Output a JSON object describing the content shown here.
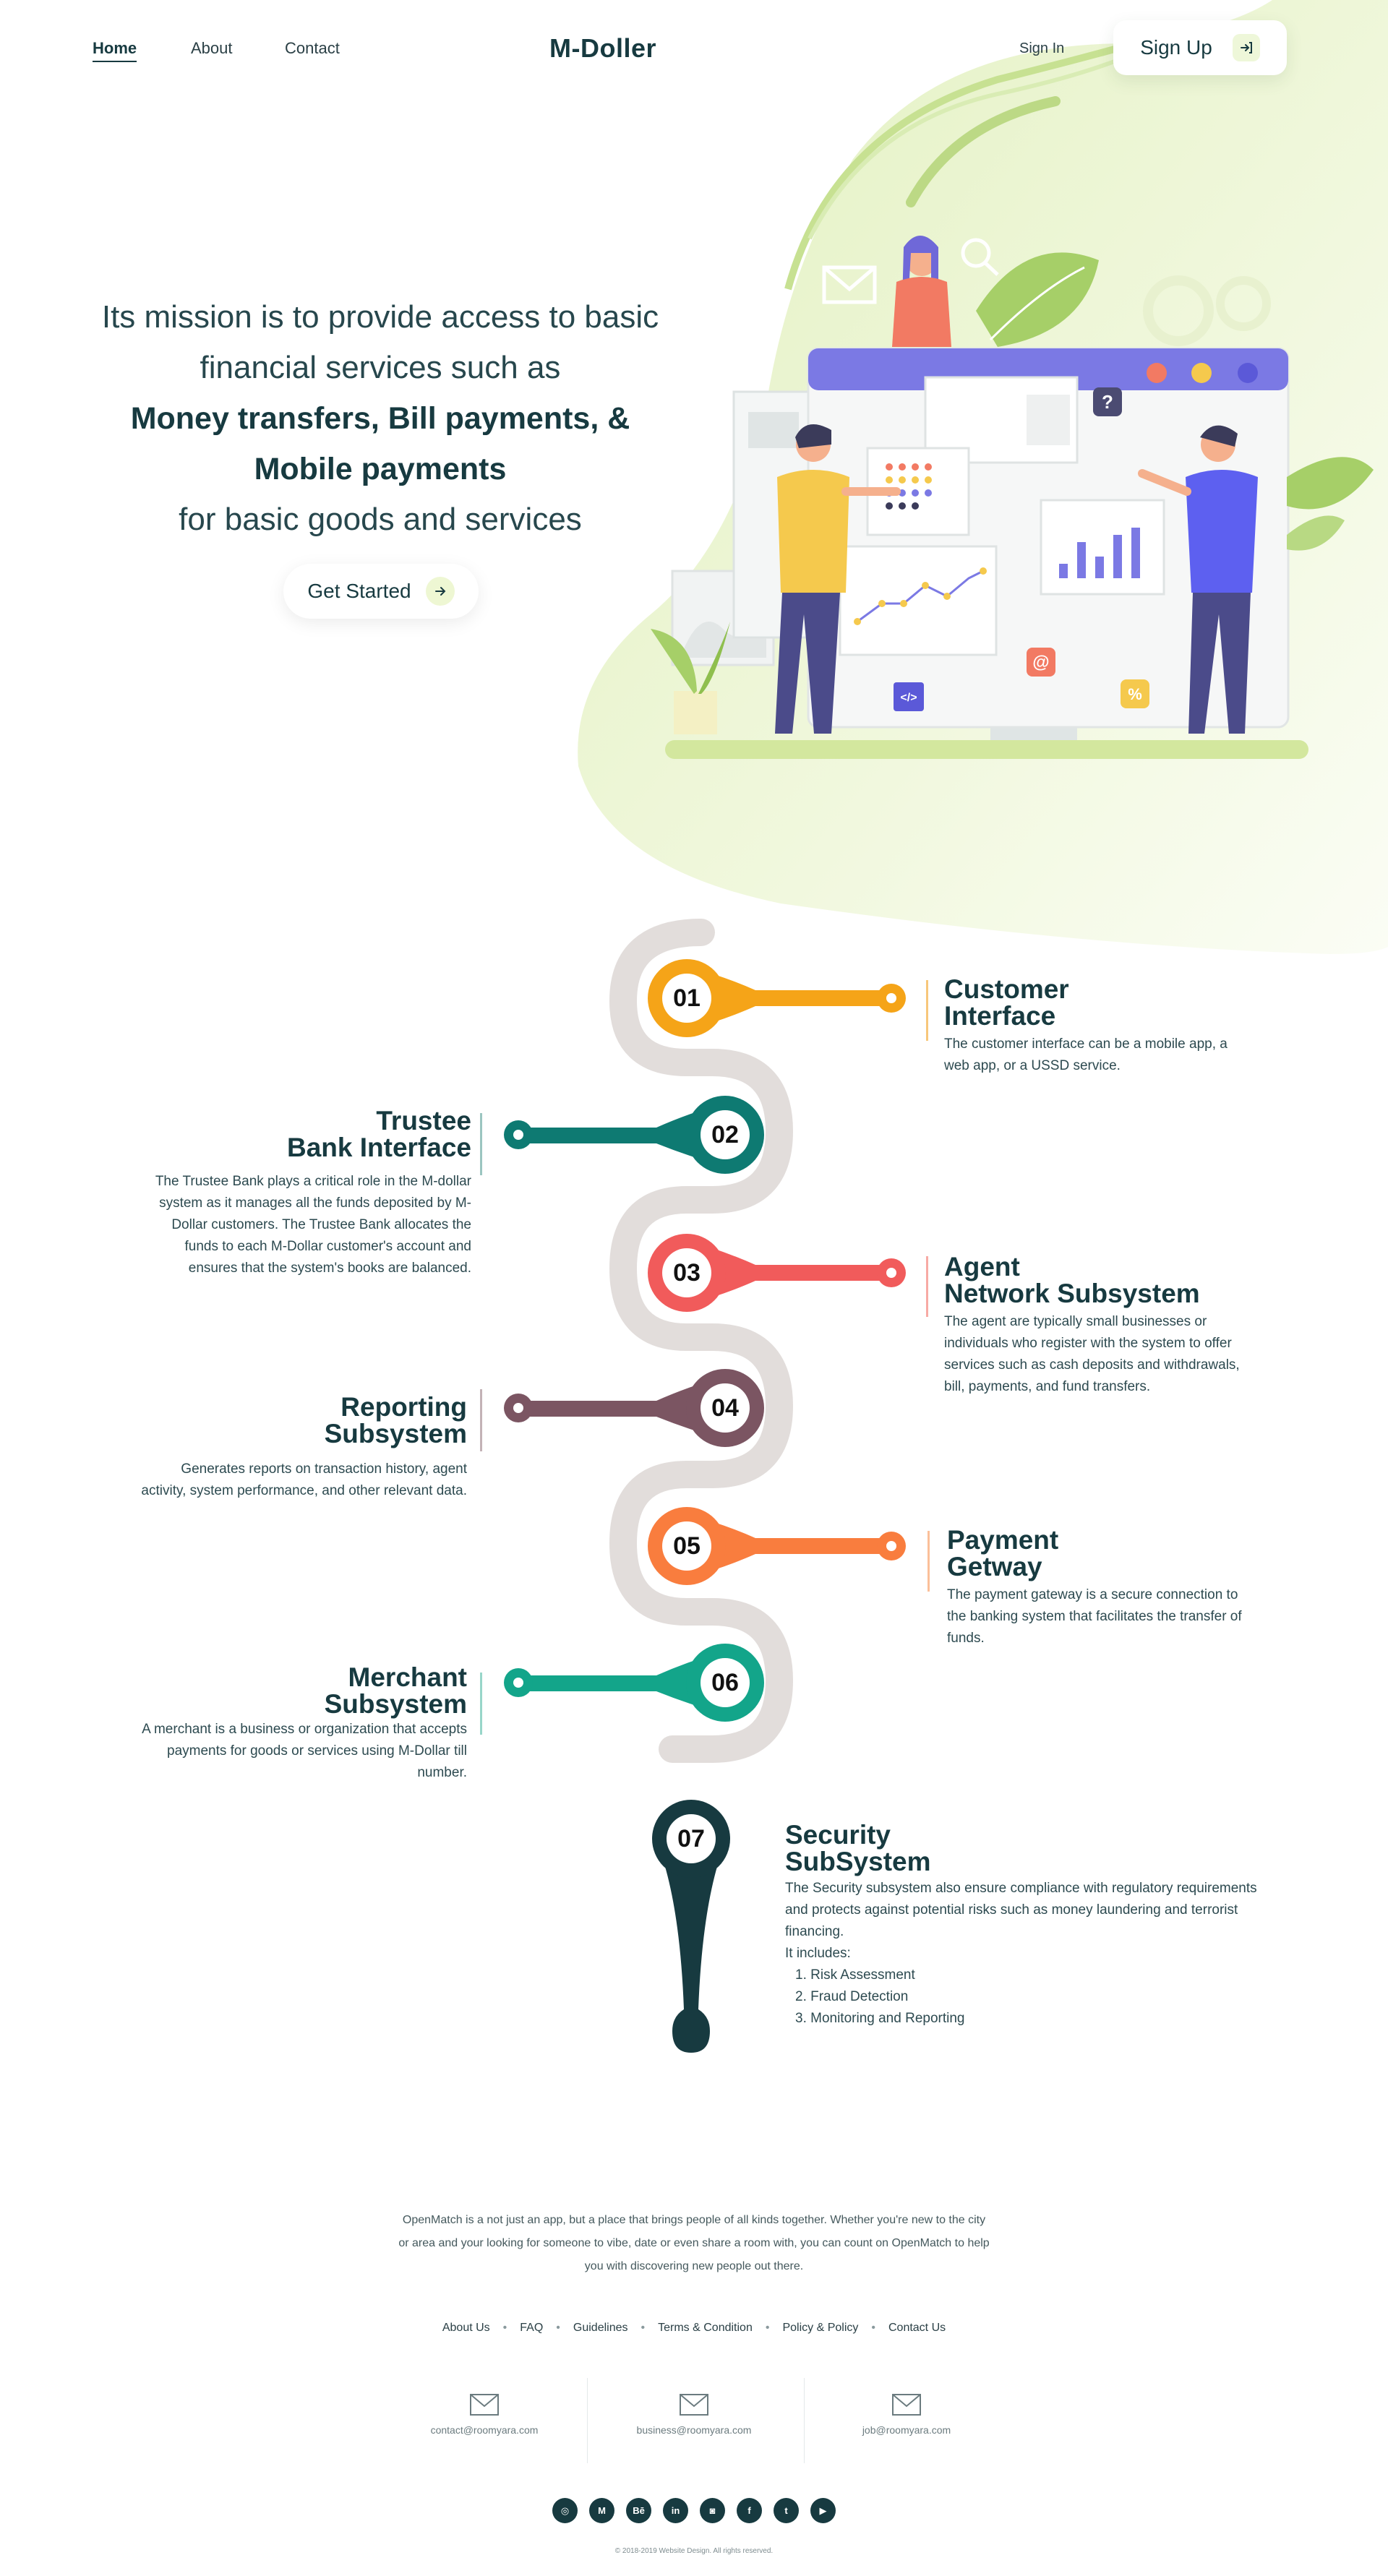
{
  "nav": {
    "home": "Home",
    "about": "About",
    "contact": "Contact",
    "brand": "M-Doller",
    "sign_in": "Sign In",
    "sign_up": "Sign Up"
  },
  "hero": {
    "line1": "Its mission is to provide access to basic",
    "line2": "financial services such as",
    "bold1": "Money transfers, Bill payments, &",
    "bold2": "Mobile payments",
    "line3": "for basic goods and services",
    "cta": "Get Started"
  },
  "colors": {
    "brand_dark": "#173a40",
    "accent_green": "#d6eaa8",
    "step1": "#f5a418",
    "step2": "#0e7a72",
    "step3": "#f15b5b",
    "step4": "#7b5562",
    "step5": "#f97d3e",
    "step6": "#13a58a",
    "step7": "#173a40"
  },
  "steps": [
    {
      "num": "01",
      "title1": "Customer",
      "title2": "Interface",
      "desc": [
        "The customer interface can be a mobile app, a",
        "web app, or a USSD service."
      ]
    },
    {
      "num": "02",
      "title1": "Trustee",
      "title2": "Bank Interface",
      "desc": [
        "The Trustee Bank plays a critical role in the M-dollar",
        "system as it manages all the funds deposited by M-",
        "Dollar customers. The Trustee Bank allocates the",
        "funds to each M-Dollar customer's account and",
        "ensures that the system's books are balanced."
      ]
    },
    {
      "num": "03",
      "title1": "Agent",
      "title2": "Network Subsystem",
      "desc": [
        "The agent are typically small businesses or",
        "individuals who register with the system to offer",
        "services such as cash deposits and withdrawals,",
        "bill, payments, and fund transfers."
      ]
    },
    {
      "num": "04",
      "title1": "Reporting",
      "title2": "Subsystem",
      "desc": [
        "Generates reports on transaction history, agent",
        "activity, system performance, and other relevant data."
      ]
    },
    {
      "num": "05",
      "title1": "Payment",
      "title2": "Getway",
      "desc": [
        "The payment gateway is a secure connection to",
        "the banking system that facilitates the transfer of",
        "funds."
      ]
    },
    {
      "num": "06",
      "title1": "Merchant",
      "title2": "Subsystem",
      "desc": [
        "A merchant is a business or organization that accepts",
        "payments for goods or services using M-Dollar till",
        "number."
      ]
    },
    {
      "num": "07",
      "title1": "Security",
      "title2": "SubSystem",
      "desc": [
        "The Security subsystem also ensure compliance with regulatory requirements",
        "and protects against potential risks such as money laundering and terrorist",
        "financing.",
        "It includes:"
      ],
      "items": [
        "1. Risk Assessment",
        "2. Fraud Detection",
        "3. Monitoring and Reporting"
      ]
    }
  ],
  "footer": {
    "blurb": [
      "OpenMatch is a not just an app, but a place that brings people of all kinds together. Whether you're new to the city",
      "or area and your looking for someone to vibe, date or even share a room with, you can count on OpenMatch to help",
      "you with discovering new people out there."
    ],
    "links": [
      "About Us",
      "FAQ",
      "Guidelines",
      "Terms & Condition",
      "Policy & Policy",
      "Contact Us"
    ],
    "contacts": [
      "contact@roomyara.com",
      "business@roomyara.com",
      "job@roomyara.com"
    ],
    "socials": [
      {
        "icon": "dribbble-icon",
        "glyph": "◎"
      },
      {
        "icon": "medium-icon",
        "glyph": "M"
      },
      {
        "icon": "behance-icon",
        "glyph": "Bē"
      },
      {
        "icon": "linkedin-icon",
        "glyph": "in"
      },
      {
        "icon": "instagram-icon",
        "glyph": "◙"
      },
      {
        "icon": "facebook-icon",
        "glyph": "f"
      },
      {
        "icon": "twitter-icon",
        "glyph": "t"
      },
      {
        "icon": "youtube-icon",
        "glyph": "▶"
      }
    ],
    "copyright": "© 2018-2019 Website Design. All rights reserved."
  }
}
